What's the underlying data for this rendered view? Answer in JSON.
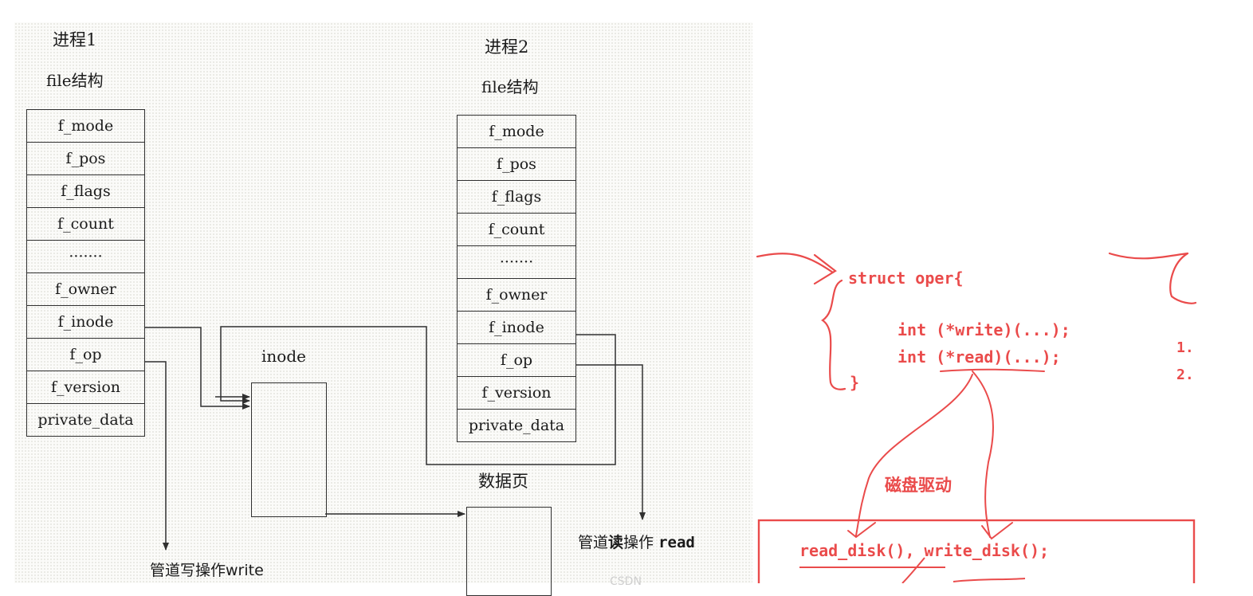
{
  "left_diagram": {
    "process1": {
      "title": "进程1",
      "subtitle": "file结构",
      "fields": [
        "f_mode",
        "f_pos",
        "f_flags",
        "f_count",
        "·······",
        "f_owner",
        "f_inode",
        "f_op",
        "f_version",
        "private_data"
      ]
    },
    "process2": {
      "title": "进程2",
      "subtitle": "file结构",
      "fields": [
        "f_mode",
        "f_pos",
        "f_flags",
        "f_count",
        "·······",
        "f_owner",
        "f_inode",
        "f_op",
        "f_version",
        "private_data"
      ]
    },
    "inode_label": "inode",
    "data_page_label": "数据页",
    "pipe_write": {
      "prefix": "管道写操作",
      "func": "write"
    },
    "pipe_read": {
      "prefix": "管道",
      "emph": "读",
      "mid": "操作",
      "func": "read"
    }
  },
  "right_diagram": {
    "code_lines": [
      "struct oper{",
      "int (*write)(...);",
      "int (*read)(...);",
      "}"
    ],
    "disk_driver_label": "磁盘驱动",
    "driver_funcs": "read_disk(), write_disk();",
    "side_list": [
      "1.",
      "2."
    ]
  },
  "colors": {
    "ink": "#1b1b1b",
    "line": "#303030",
    "red": "#ea4b4b"
  }
}
